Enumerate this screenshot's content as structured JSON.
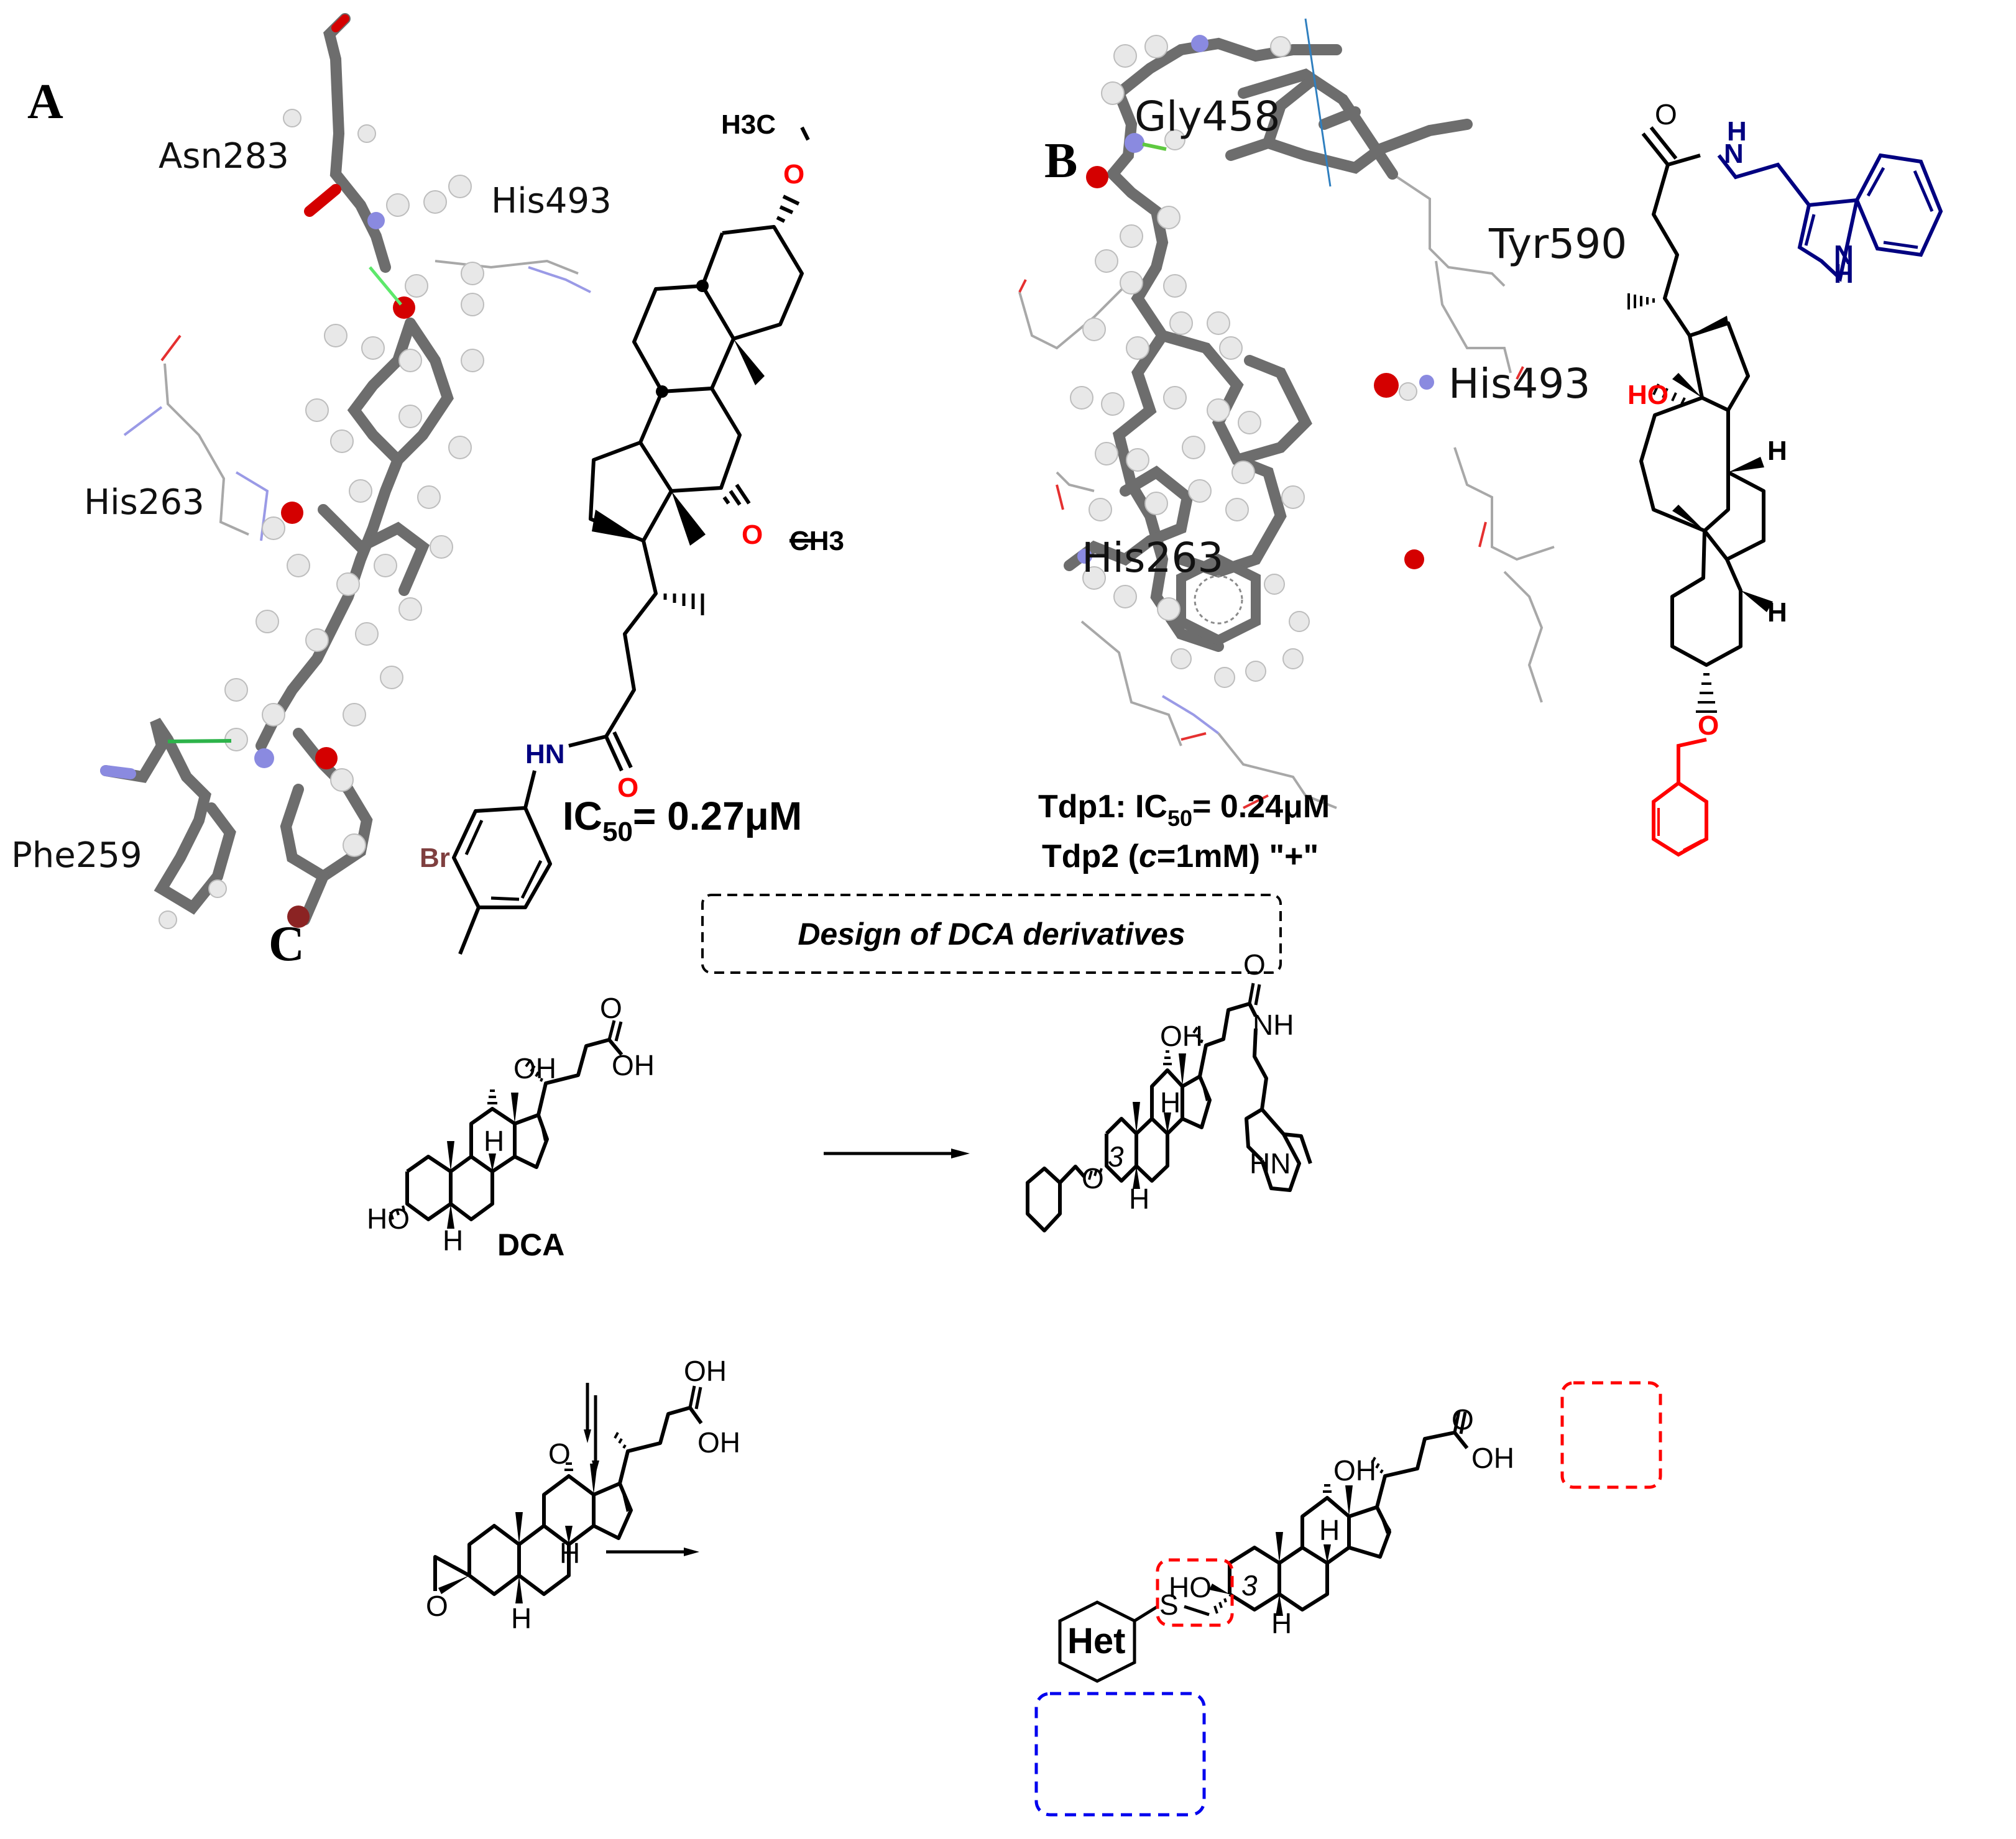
{
  "figure": {
    "panels": [
      {
        "label": "A",
        "residues": [
          "Asn283",
          "His493",
          "His263",
          "Phe259"
        ],
        "compound": {
          "substituents": [
            "H3C",
            "O",
            "O",
            "CH3",
            "HN",
            "O",
            "Br"
          ],
          "ic50_prefix": "IC",
          "ic50_sub": "50",
          "ic50_value": "= 0.27μM"
        }
      },
      {
        "label": "B",
        "residues": [
          "Gly458",
          "Tyr590",
          "His493",
          "His263"
        ],
        "compound": {
          "substituents": [
            "O",
            "H",
            "N",
            "HO",
            "H",
            "H",
            "O",
            "N",
            "H"
          ]
        },
        "activity": {
          "tdp1_prefix": "Tdp1: IC",
          "tdp1_sub": "50",
          "tdp1_value": "= 0.24μM",
          "tdp2_prefix": "Tdp2 (",
          "tdp2_c": "c",
          "tdp2_value": "=1mM) \"+\""
        }
      },
      {
        "label": "C",
        "title": "Design of DCA derivatives",
        "structures": {
          "dca": {
            "name": "DCA",
            "labels": [
              "OH",
              "O",
              "OH",
              "HO",
              "H",
              "H"
            ]
          },
          "product1": {
            "labels": [
              "O",
              "NH",
              "OH",
              "H",
              "O",
              "3",
              "H",
              "HN"
            ]
          },
          "epoxide": {
            "labels": [
              "O",
              "OH",
              "OH",
              "H",
              "O",
              "H"
            ]
          },
          "product2": {
            "labels": [
              "O",
              "OH",
              "OH",
              "H",
              "HO",
              "3",
              "S",
              "Het",
              "H"
            ]
          }
        },
        "highlight_colors": {
          "modification_red": "#ff0000",
          "heteroaryl_blue": "#0000ee"
        }
      }
    ],
    "colors": {
      "oxygen_red": "#ff0000",
      "nitrogen_navy": "#000080",
      "bromine_brown": "#7f3f3f",
      "hbond_green": "#2db34a",
      "pi_stack_blue": "#2f7fbf"
    }
  }
}
